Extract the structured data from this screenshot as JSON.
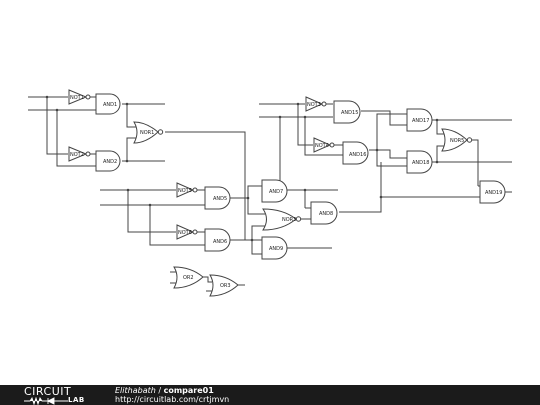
{
  "gates": [
    {
      "label": "NOT1"
    },
    {
      "label": "AND1"
    },
    {
      "label": "NOR1"
    },
    {
      "label": "NOT2"
    },
    {
      "label": "AND2"
    },
    {
      "label": "NOT3"
    },
    {
      "label": "AND15"
    },
    {
      "label": "AND17"
    },
    {
      "label": "NOT4"
    },
    {
      "label": "AND16"
    },
    {
      "label": "NOR5"
    },
    {
      "label": "AND18"
    },
    {
      "label": "AND19"
    },
    {
      "label": "NOT5"
    },
    {
      "label": "AND5"
    },
    {
      "label": "AND7"
    },
    {
      "label": "AND8"
    },
    {
      "label": "NOR3"
    },
    {
      "label": "NOT6"
    },
    {
      "label": "AND6"
    },
    {
      "label": "AND9"
    },
    {
      "label": "OR2"
    },
    {
      "label": "OR3"
    }
  ],
  "footer": {
    "logo_top": "CIRCUIT",
    "logo_bottom": "LAB",
    "author": "Elithabath",
    "separator": " / ",
    "title": "compare01",
    "url": "http://circuitlab.com/crtjmvn"
  }
}
